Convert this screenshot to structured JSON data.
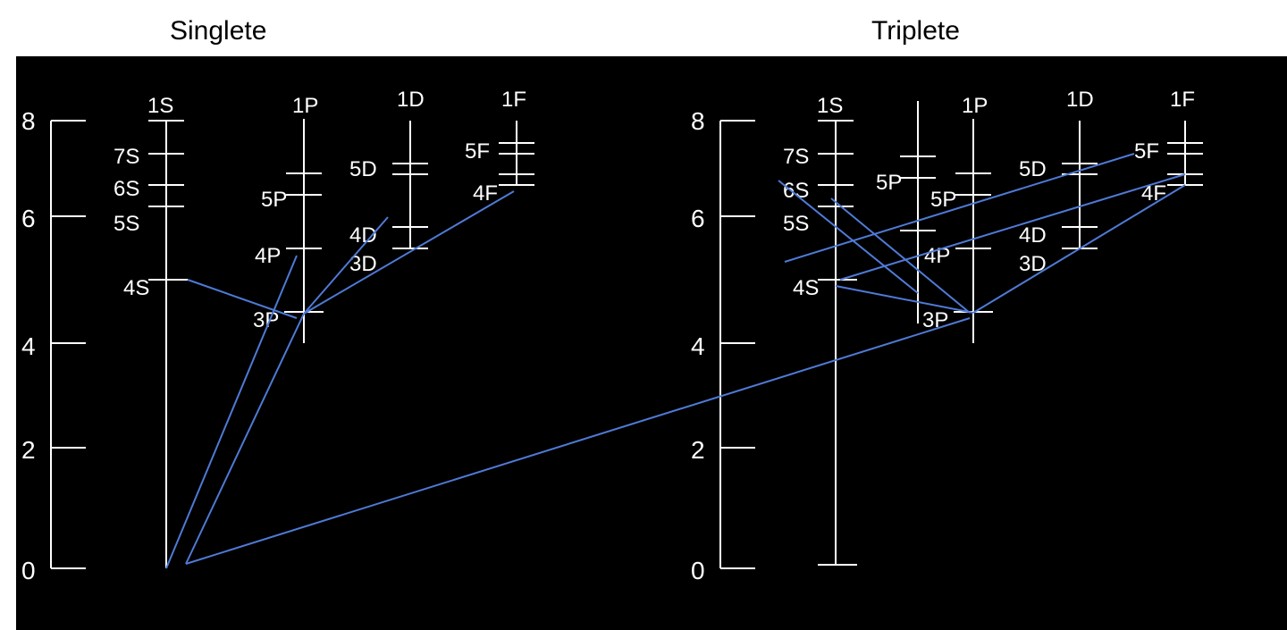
{
  "titles": {
    "left": "Singlete",
    "right": "Triplete"
  },
  "axis_ticks": [
    "0",
    "2",
    "4",
    "6",
    "8"
  ],
  "column_headers": [
    "1S",
    "1P",
    "1D",
    "1F"
  ],
  "level_labels": {
    "s": [
      "4S",
      "5S",
      "6S",
      "7S"
    ],
    "p": [
      "3P",
      "4P",
      "5P"
    ],
    "d": [
      "3D",
      "4D",
      "5D"
    ],
    "f": [
      "4F",
      "5F"
    ]
  },
  "colors": {
    "background": "#000000",
    "foreground": "#ffffff",
    "transition": "#4f7ad6"
  }
}
